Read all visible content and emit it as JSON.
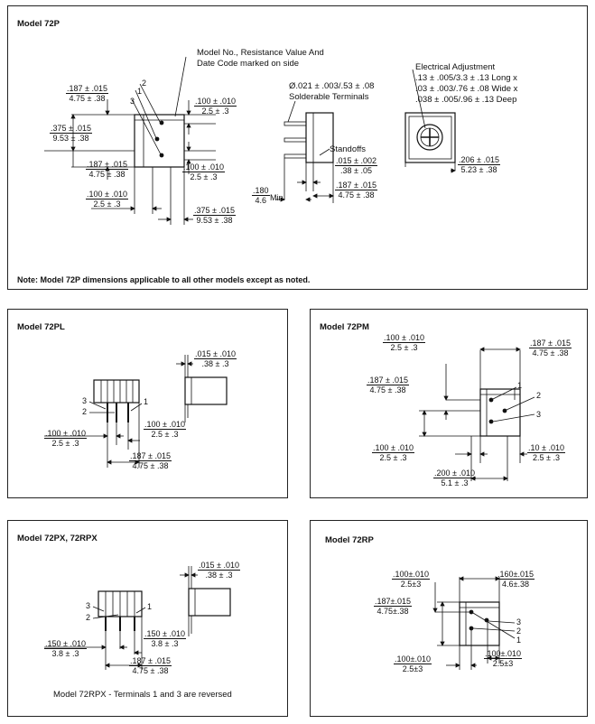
{
  "panels": {
    "p72p": {
      "title": "Model 72P",
      "callout_marking": [
        "Model No., Resistance Value And",
        "Date Code marked on side"
      ],
      "callout_terminals": [
        "Ø.021 ± .003/.53 ± .08",
        "Solderable Terminals"
      ],
      "callout_adjust": [
        "Electrical Adjustment",
        ".13 ± .005/3.3 ± .13 Long x",
        ".03 ± .003/.76 ± .08 Wide x",
        ".038 ± .005/.96 ± .13 Deep"
      ],
      "standoffs_label": "Standoffs",
      "pin_labels": [
        "2",
        "1",
        "3"
      ],
      "dims": {
        "d187a_in": ".187 ± .015",
        "d187a_mm": "4.75 ± .38",
        "d375_in": ".375 ± .015",
        "d375_mm": "9.53 ± .38",
        "d187b_in": ".187 ± .015",
        "d187b_mm": "4.75 ± .38",
        "d100a_in": ".100 ± .010",
        "d100a_mm": "2.5 ± .3",
        "d100b_in": ".100 ± .010",
        "d100b_mm": "2.5 ± .3",
        "d100c_in": ".100 ± .010",
        "d100c_mm": "2.5 ± .3",
        "d375b_in": ".375 ± .015",
        "d375b_mm": "9.53 ± .38",
        "d180_in": ".180",
        "d180_mm": "4.6",
        "min_label": "Min.",
        "d015_in": ".015 ± .002",
        "d015_mm": ".38 ± .05",
        "d187c_in": ".187 ± .015",
        "d187c_mm": "4.75 ± .38",
        "d206_in": ".206 ± .015",
        "d206_mm": "5.23 ± .38"
      },
      "note": "Note: Model 72P dimensions applicable to all other models except as noted."
    },
    "p72pl": {
      "title": "Model 72PL",
      "pin_labels": [
        "3",
        "2",
        "1"
      ],
      "dims": {
        "d015_in": ".015 ± .010",
        "d015_mm": ".38 ± .3",
        "d100a_in": ".100 ± .010",
        "d100a_mm": "2.5 ± .3",
        "d100b_in": ".100 ± .010",
        "d100b_mm": "2.5 ± .3",
        "d187_in": ".187 ± .015",
        "d187_mm": "4.75 ± .38"
      }
    },
    "p72pm": {
      "title": "Model 72PM",
      "pin_labels": [
        "1",
        "2",
        "3"
      ],
      "dims": {
        "d100a_in": ".100 ± .010",
        "d100a_mm": "2.5 ± .3",
        "d187a_in": ".187 ± .015",
        "d187a_mm": "4.75 ± .38",
        "d187b_in": ".187 ± .015",
        "d187b_mm": "4.75 ± .38",
        "d100b_in": ".100 ± .010",
        "d100b_mm": "2.5 ± .3",
        "d10_in": ".10 ± .010",
        "d10_mm": "2.5 ± .3",
        "d200_in": ".200 ± .010",
        "d200_mm": "5.1 ± .3"
      }
    },
    "p72px": {
      "title": "Model 72PX, 72RPX",
      "pin_labels": [
        "3",
        "2",
        "1"
      ],
      "dims": {
        "d015_in": ".015 ± .010",
        "d015_mm": ".38 ± .3",
        "d150a_in": ".150 ± .010",
        "d150a_mm": "3.8 ± .3",
        "d150b_in": ".150 ± .010",
        "d150b_mm": "3.8 ± .3",
        "d187_in": ".187 ± .015",
        "d187_mm": "4.75 ± .38"
      },
      "caption": "Model 72RPX - Terminals 1 and 3 are reversed"
    },
    "p72rp": {
      "title": "Model 72RP",
      "pin_labels": [
        "3",
        "2",
        "1"
      ],
      "dims": {
        "d100a_in": ".100±.010",
        "d100a_mm": "2.5±3",
        "d160_in": ".160±.015",
        "d160_mm": "4.6±.38",
        "d187_in": ".187±.015",
        "d187_mm": "4.75±.38",
        "d100b_in": ".100±.010",
        "d100b_mm": "2.5±3",
        "d100c_in": ".100±.010",
        "d100c_mm": "2.5±3"
      }
    }
  }
}
